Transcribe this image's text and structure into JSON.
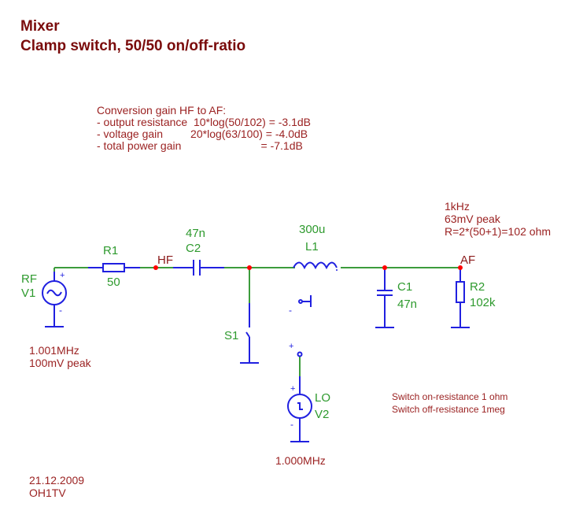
{
  "header": {
    "title": "Mixer",
    "subtitle": "Clamp switch, 50/50 on/off-ratio"
  },
  "conversion_note": {
    "heading": "Conversion gain HF to AF:",
    "lines": [
      "- output resistance  10*log(50/102) = -3.1dB",
      "- voltage gain         20*log(63/100) = -4.0dB",
      "- total power gain                          = -7.1dB"
    ]
  },
  "components": {
    "v1": {
      "name": "RF",
      "ref": "V1",
      "freq": "1.001MHz",
      "amplitude": "100mV peak"
    },
    "r1": {
      "ref": "R1",
      "value": "50"
    },
    "c2": {
      "ref": "C2",
      "value": "47n"
    },
    "l1": {
      "ref": "L1",
      "value": "300u"
    },
    "c1": {
      "ref": "C1",
      "value": "47n"
    },
    "r2": {
      "ref": "R2",
      "value": "102k"
    },
    "s1": {
      "ref": "S1"
    },
    "v2": {
      "name": "LO",
      "ref": "V2",
      "freq": "1.000MHz"
    }
  },
  "nodes": {
    "hf": "HF",
    "af": "AF"
  },
  "output_note": {
    "lines": [
      "1kHz",
      "63mV peak",
      "R=2*(50+1)=102 ohm"
    ]
  },
  "switch_note": {
    "lines": [
      "Switch on-resistance 1 ohm",
      "Switch off-resistance 1meg"
    ]
  },
  "polarity": {
    "plus": "+",
    "minus": "-"
  },
  "footer": {
    "date": "21.12.2009",
    "author": "OH1TV"
  },
  "colors": {
    "wire": "#3c9c3c",
    "component": "#2020e0",
    "node_dot": "#ff0000",
    "title": "#7a0b0b",
    "note": "#9b2222",
    "label": "#2e9a2e"
  }
}
